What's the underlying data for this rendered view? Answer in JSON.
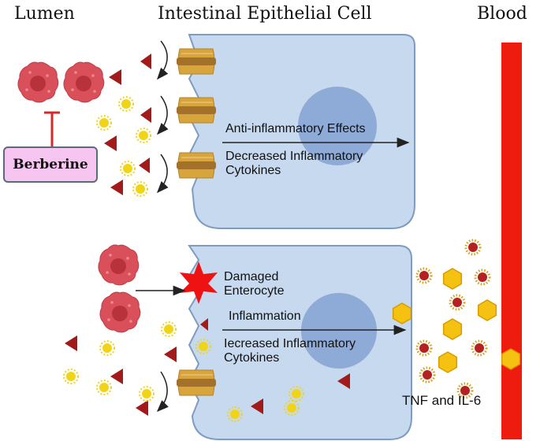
{
  "headers": {
    "lumen": "Lumen",
    "cell": "Intestinal Epithelial Cell",
    "blood": "Blood"
  },
  "top_panel": {
    "effect": "Anti-inflammatory Effects",
    "cytokines_line1": "Decreased Inflammatory",
    "cytokines_line2": "Cytokines",
    "drug": "Berberine"
  },
  "bottom_panel": {
    "damage_line1": "Damaged",
    "damage_line2": "Enterocyte",
    "inflammation": "Inflammation",
    "cytokines_line1": "Iecreased Inflammatory",
    "cytokines_line2": "Cytokines",
    "markers": "TNF and IL-6"
  },
  "colors": {
    "cell_fill": "#c7d9ee",
    "cell_border": "#7e9cc0",
    "nucleus": "#8eaad6",
    "blood_vessel": "#ee1c0f",
    "bacteria": "#d9505a",
    "triangle": "#a31a1a",
    "particle": "#f2d417",
    "hexagon": "#f5c211",
    "junction": "#d8a53c",
    "damage_star": "#ee1212",
    "inhibitor": "#d42a2a"
  }
}
